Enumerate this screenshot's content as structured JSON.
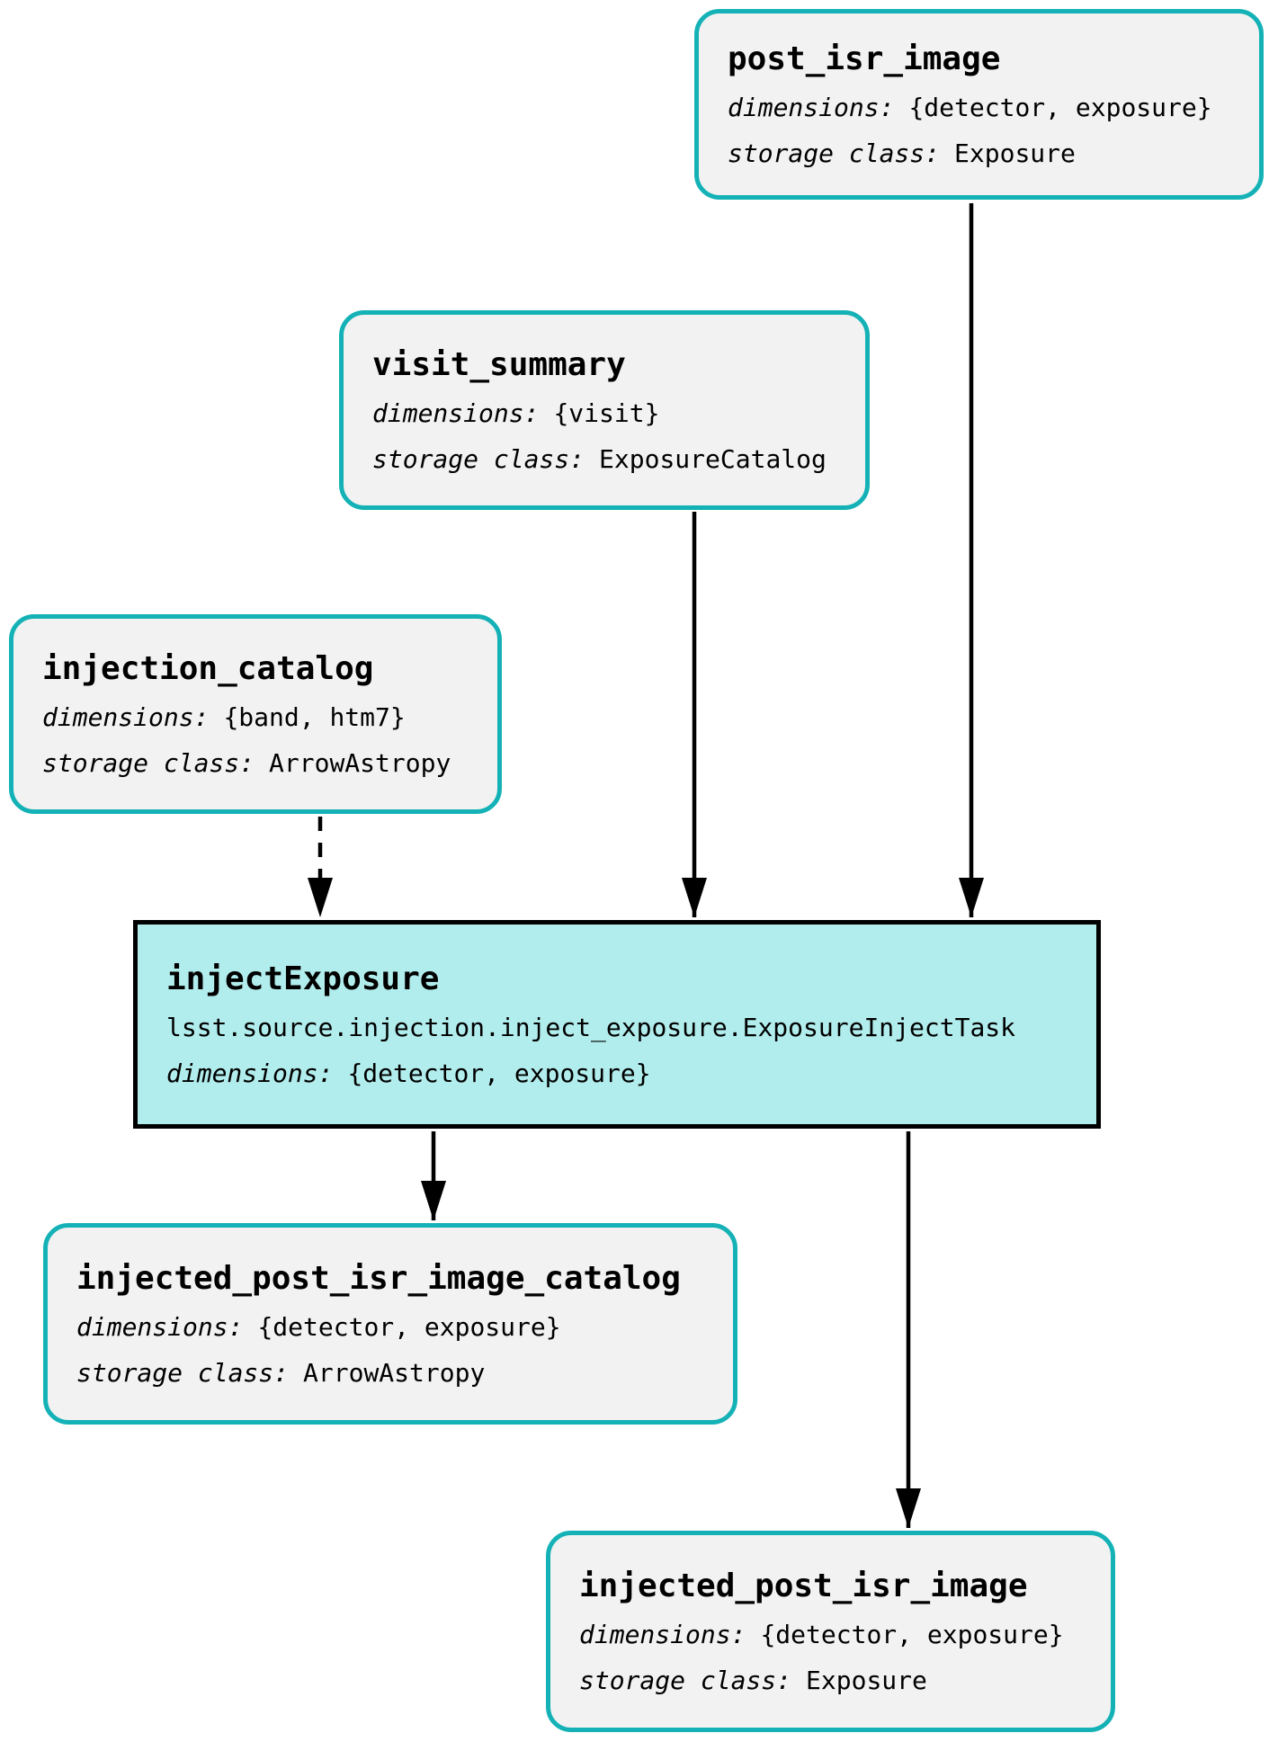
{
  "colors": {
    "accent": "#14b2b6",
    "dataset_fill": "#f2f2f2",
    "task_fill": "#b2eded",
    "task_border": "#000000",
    "edge": "#000000",
    "text": "#000000",
    "page_bg": "#ffffff"
  },
  "nodes": {
    "post_isr_image": {
      "type": "dataset",
      "title": "post_isr_image",
      "dimensions_label": "dimensions:",
      "dimensions_value": "{detector, exposure}",
      "storage_label": "storage class:",
      "storage_value": "Exposure"
    },
    "visit_summary": {
      "type": "dataset",
      "title": "visit_summary",
      "dimensions_label": "dimensions:",
      "dimensions_value": "{visit}",
      "storage_label": "storage class:",
      "storage_value": "ExposureCatalog"
    },
    "injection_catalog": {
      "type": "dataset",
      "title": "injection_catalog",
      "dimensions_label": "dimensions:",
      "dimensions_value": "{band, htm7}",
      "storage_label": "storage class:",
      "storage_value": "ArrowAstropy"
    },
    "injectExposure": {
      "type": "task",
      "title": "injectExposure",
      "task_class": "lsst.source.injection.inject_exposure.ExposureInjectTask",
      "dimensions_label": "dimensions:",
      "dimensions_value": "{detector, exposure}"
    },
    "injected_post_isr_image_catalog": {
      "type": "dataset",
      "title": "injected_post_isr_image_catalog",
      "dimensions_label": "dimensions:",
      "dimensions_value": "{detector, exposure}",
      "storage_label": "storage class:",
      "storage_value": "ArrowAstropy"
    },
    "injected_post_isr_image": {
      "type": "dataset",
      "title": "injected_post_isr_image",
      "dimensions_label": "dimensions:",
      "dimensions_value": "{detector, exposure}",
      "storage_label": "storage class:",
      "storage_value": "Exposure"
    }
  },
  "edges": [
    {
      "from": "post_isr_image",
      "to": "injectExposure",
      "style": "solid"
    },
    {
      "from": "visit_summary",
      "to": "injectExposure",
      "style": "solid"
    },
    {
      "from": "injection_catalog",
      "to": "injectExposure",
      "style": "dashed"
    },
    {
      "from": "injectExposure",
      "to": "injected_post_isr_image_catalog",
      "style": "solid"
    },
    {
      "from": "injectExposure",
      "to": "injected_post_isr_image",
      "style": "solid"
    }
  ]
}
